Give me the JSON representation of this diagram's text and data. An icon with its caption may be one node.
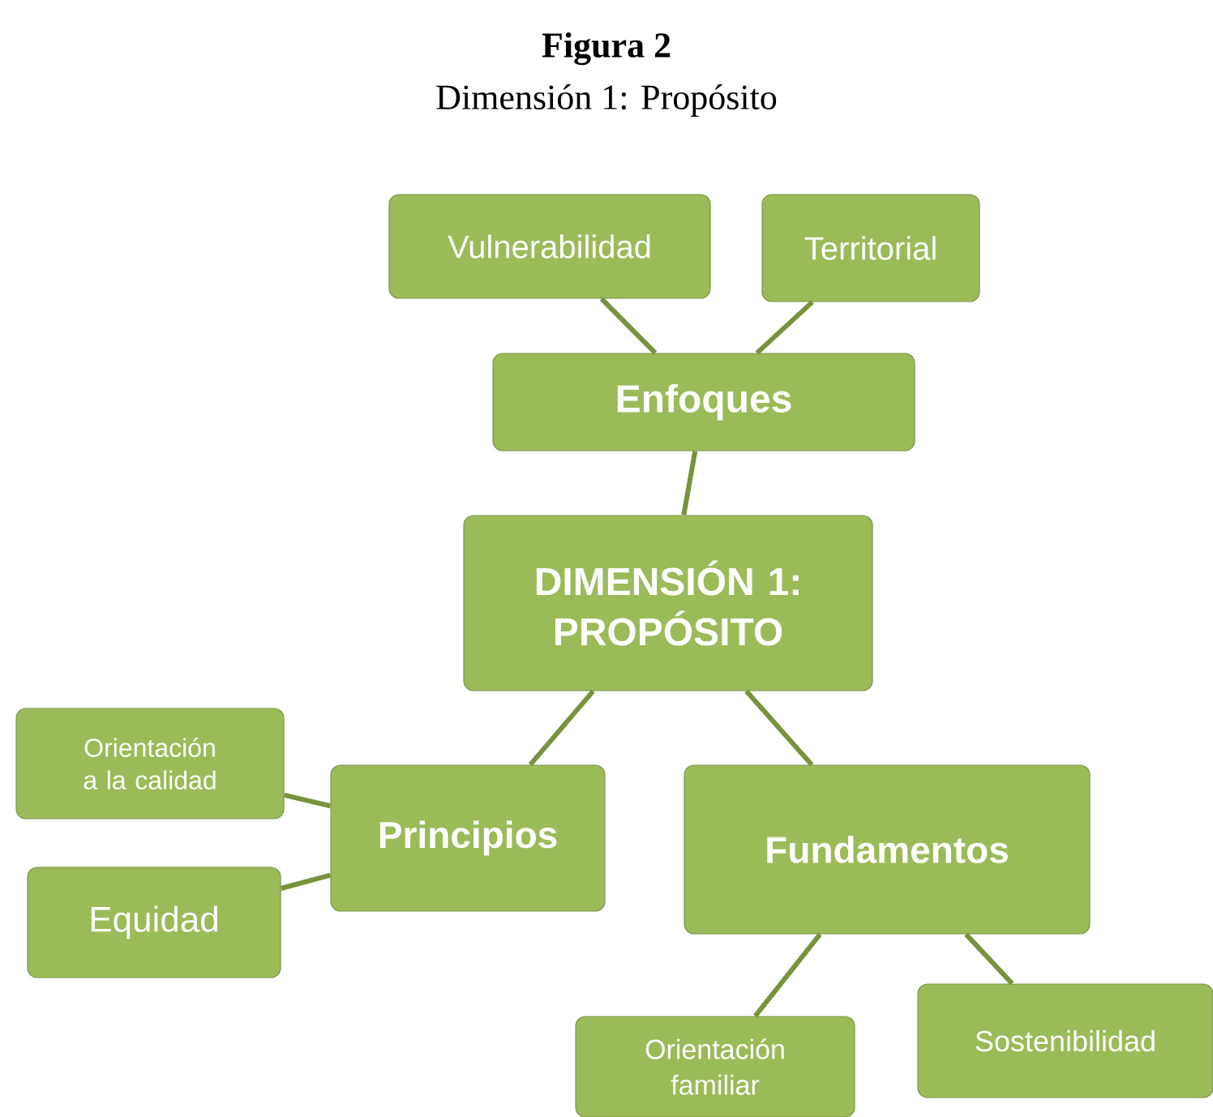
{
  "diagram": {
    "title": "Figura 2",
    "caption": "Dimensión 1: Propósito",
    "nodes": [
      {
        "text": [
          "Vulnerabilidad"
        ]
      },
      {
        "text": [
          "Territorial"
        ]
      },
      {
        "text": [
          "Enfoques"
        ]
      },
      {
        "text": [
          "DIMENSIÓN 1: PROPÓSITO"
        ]
      },
      {
        "text": [
          "Orientación a la calidad"
        ]
      },
      {
        "text": [
          "Principios"
        ]
      },
      {
        "text": [
          "Fundamentos"
        ]
      },
      {
        "text": [
          "Equidad"
        ]
      },
      {
        "text": [
          "Orientación familiar"
        ]
      },
      {
        "text": [
          "Sostenibilidad"
        ]
      }
    ],
    "edges": [
      {
        "from": 0,
        "to": 2,
        "arrow": "none"
      },
      {
        "from": 1,
        "to": 2,
        "arrow": "none"
      },
      {
        "from": 2,
        "to": 3,
        "arrow": "none"
      },
      {
        "from": 3,
        "to": 5,
        "arrow": "none"
      },
      {
        "from": 3,
        "to": 6,
        "arrow": "none"
      },
      {
        "from": 5,
        "to": 4,
        "arrow": "none"
      },
      {
        "from": 5,
        "to": 7,
        "arrow": "none"
      },
      {
        "from": 6,
        "to": 8,
        "arrow": "none"
      },
      {
        "from": 6,
        "to": 9,
        "arrow": "none"
      }
    ]
  }
}
